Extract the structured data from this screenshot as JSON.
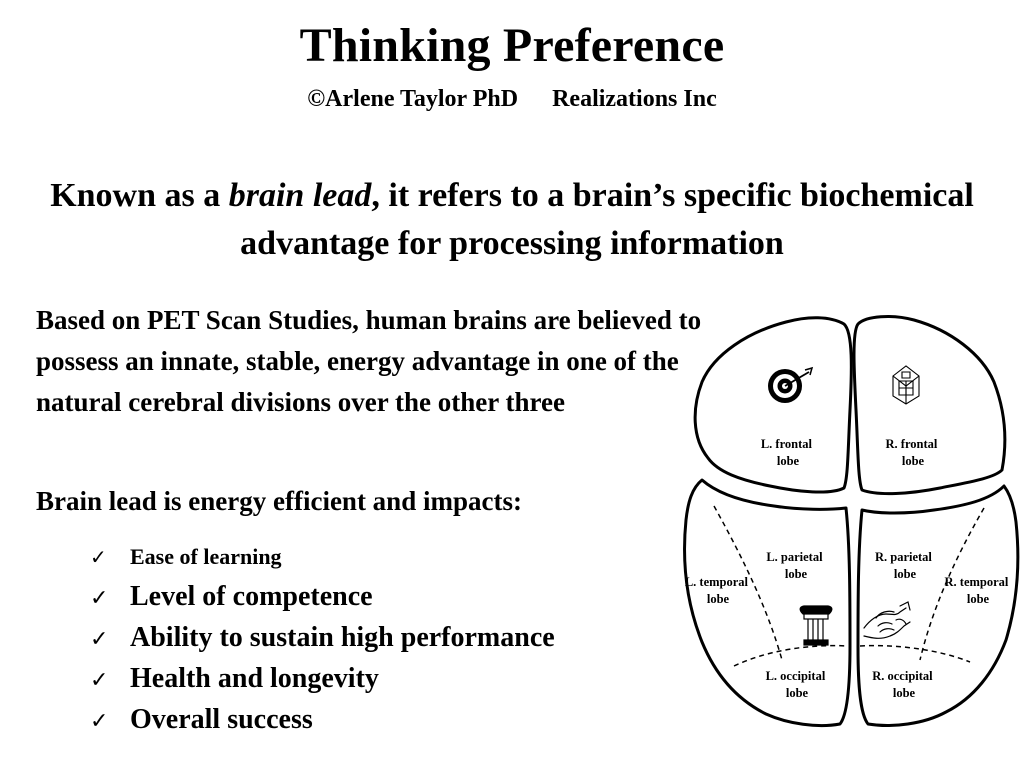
{
  "title": "Thinking Preference",
  "byline": {
    "author": "©Arlene Taylor PhD",
    "org": "Realizations Inc"
  },
  "lead": {
    "before": "Known as a ",
    "emphasis": "brain lead",
    "after": ", it refers to a brain’s specific biochemical advantage for processing information"
  },
  "paragraph": "Based on PET Scan Studies, human brains are believed to possess an innate, stable, energy advantage in one of the natural cerebral divisions over the other three",
  "impacts_heading": "Brain lead is energy efficient and impacts:",
  "checklist": [
    "Ease of learning",
    "Level of competence",
    "Ability to sustain high performance",
    "Health and longevity",
    "Overall success"
  ],
  "brain": {
    "l_frontal": [
      "L. frontal",
      "lobe"
    ],
    "r_frontal": [
      "R. frontal",
      "lobe"
    ],
    "l_parietal": [
      "L. parietal",
      "lobe"
    ],
    "r_parietal": [
      "R. parietal",
      "lobe"
    ],
    "l_temporal": [
      "L. temporal",
      "lobe"
    ],
    "r_temporal": [
      "R. temporal",
      "lobe"
    ],
    "l_occipital": [
      "L. occipital",
      "lobe"
    ],
    "r_occipital": [
      "R. occipital",
      "lobe"
    ],
    "icons": [
      "target-icon",
      "cube-icon",
      "column-icon",
      "handshake-icon"
    ]
  }
}
